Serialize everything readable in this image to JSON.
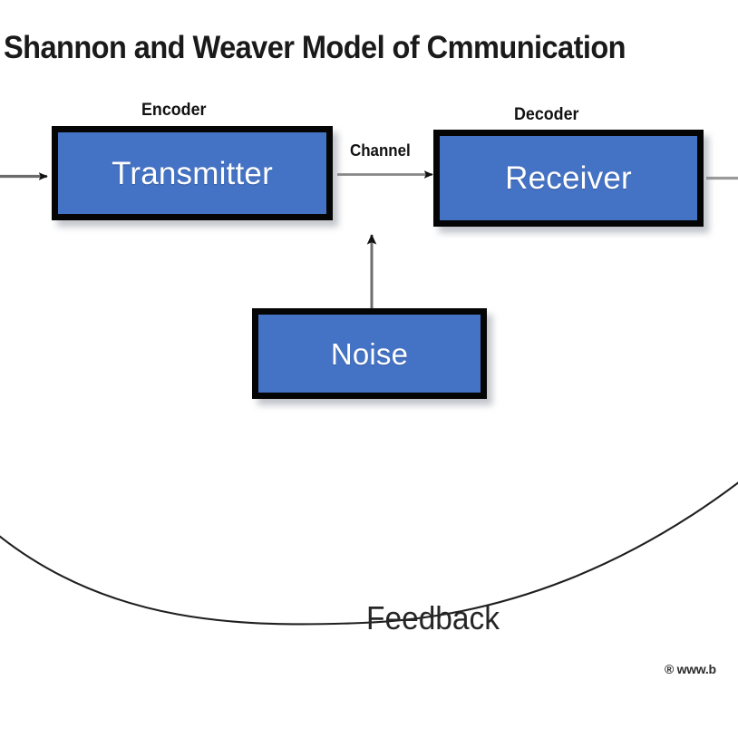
{
  "diagram": {
    "title": "Shannon and Weaver Model of Cmmunication",
    "watermark": "® www.b",
    "colors": {
      "node_fill": "#4472C4",
      "node_border": "#050505",
      "node_text": "#ffffff",
      "connector": "#595959",
      "title_text": "#1a1a1a",
      "background": "#ffffff"
    },
    "nodes": [
      {
        "id": "transmitter",
        "label": "Transmitter",
        "caption": "Encoder"
      },
      {
        "id": "receiver",
        "label": "Receiver",
        "caption": "Decoder"
      },
      {
        "id": "noise",
        "label": "Noise",
        "caption": ""
      }
    ],
    "connectors": [
      {
        "id": "input-arrow",
        "label": "",
        "from": "edge-left",
        "to": "transmitter"
      },
      {
        "id": "channel-arrow",
        "label": "Channel",
        "from": "transmitter",
        "to": "receiver"
      },
      {
        "id": "noise-arrow",
        "label": "",
        "from": "noise",
        "to": "channel"
      },
      {
        "id": "output-line",
        "label": "",
        "from": "receiver",
        "to": "edge-right"
      },
      {
        "id": "feedback-curve",
        "label": "Feedback",
        "from": "edge-right",
        "to": "edge-left"
      }
    ],
    "labels": {
      "encoder": "Encoder",
      "decoder": "Decoder",
      "channel": "Channel",
      "feedback": "Feedback",
      "transmitter": "Transmitter",
      "receiver": "Receiver",
      "noise": "Noise"
    }
  }
}
